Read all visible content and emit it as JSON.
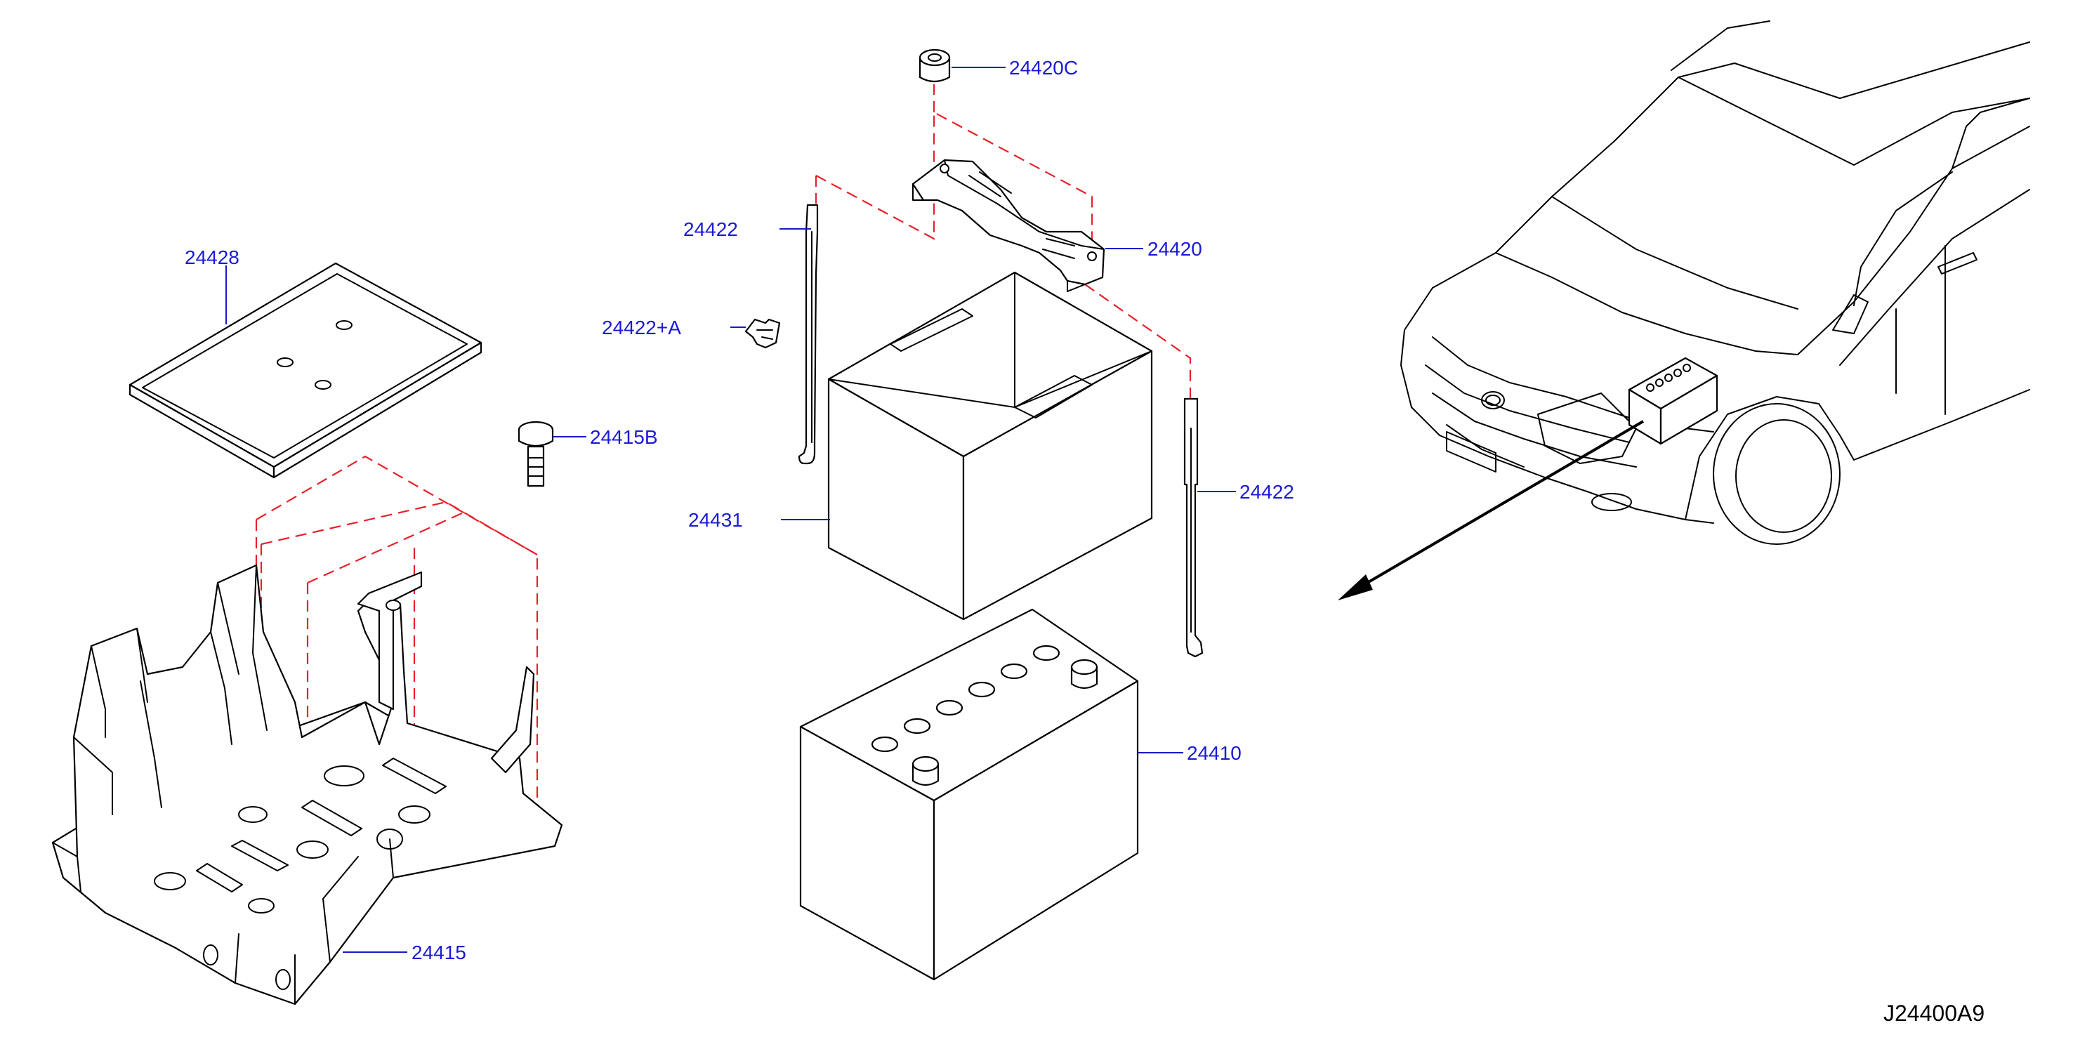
{
  "diagram": {
    "reference_code": "J24400A9",
    "callouts": [
      {
        "id": "c-24420C",
        "label": "24420C"
      },
      {
        "id": "c-24428",
        "label": "24428"
      },
      {
        "id": "c-24422-top",
        "label": "24422"
      },
      {
        "id": "c-24420",
        "label": "24420"
      },
      {
        "id": "c-24422A",
        "label": "24422+A"
      },
      {
        "id": "c-24415B",
        "label": "24415B"
      },
      {
        "id": "c-24431",
        "label": "24431"
      },
      {
        "id": "c-24422-right",
        "label": "24422"
      },
      {
        "id": "c-24410",
        "label": "24410"
      },
      {
        "id": "c-24415",
        "label": "24415"
      }
    ],
    "colors": {
      "callout_text": "#1a1ad8",
      "leader_line": "#1818c8",
      "hidden_line": "#e8202a",
      "outline": "#000000"
    }
  }
}
